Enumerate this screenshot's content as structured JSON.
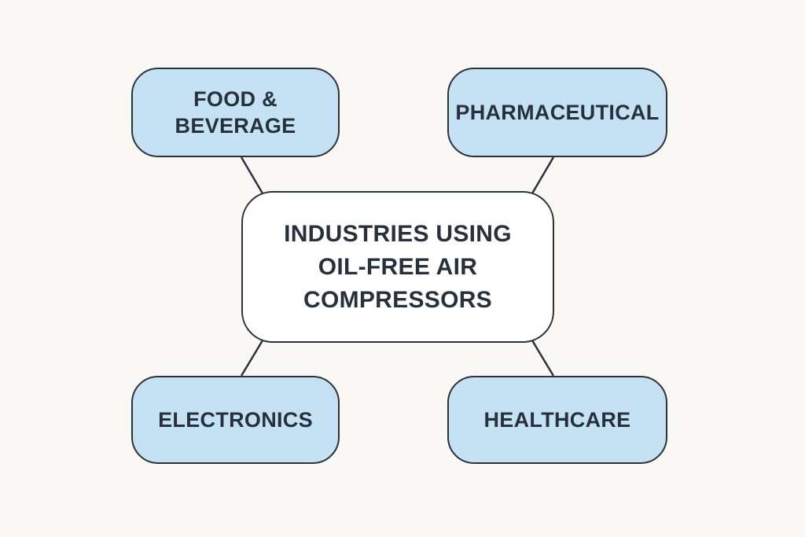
{
  "diagram": {
    "type": "mind-map",
    "center": {
      "label_lines": [
        "INDUSTRIES USING",
        "OIL-FREE AIR",
        "COMPRESSORS"
      ]
    },
    "branches": [
      {
        "id": "food",
        "label_lines": [
          "FOOD &",
          "BEVERAGE"
        ],
        "position": "top-left"
      },
      {
        "id": "pharma",
        "label_lines": [
          "PHARMACEUTICAL"
        ],
        "position": "top-right"
      },
      {
        "id": "electronics",
        "label_lines": [
          "ELECTRONICS"
        ],
        "position": "bottom-left"
      },
      {
        "id": "healthcare",
        "label_lines": [
          "HEALTHCARE"
        ],
        "position": "bottom-right"
      }
    ],
    "colors": {
      "background": "#f9f8f5",
      "branch_fill": "#c5e2f5",
      "center_fill": "#ffffff",
      "stroke": "#2b323a",
      "text": "#27313b"
    }
  }
}
